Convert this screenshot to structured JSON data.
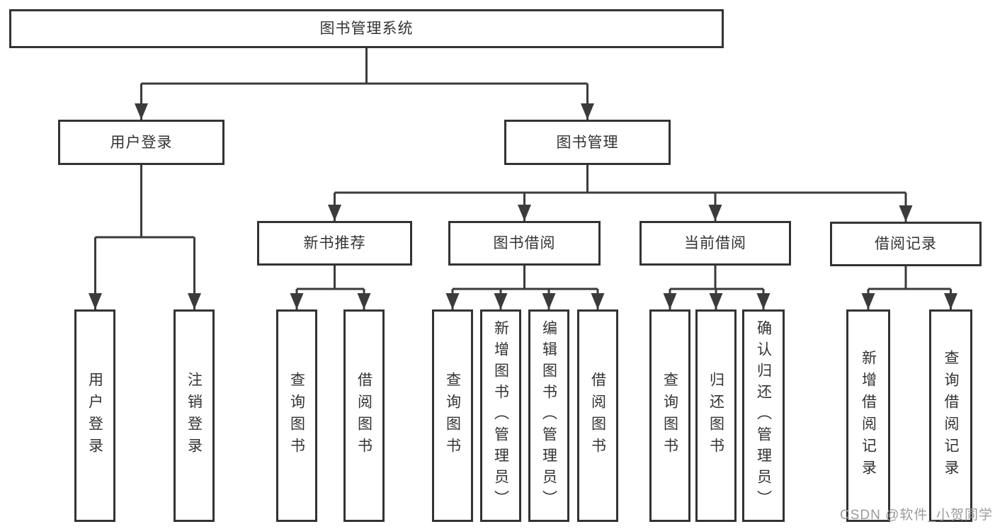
{
  "diagram": {
    "root": {
      "label": "图书管理系统"
    },
    "branches": [
      {
        "label": "用户登录",
        "children": [
          {
            "label": "用户登录"
          },
          {
            "label": "注销登录"
          }
        ]
      },
      {
        "label": "图书管理",
        "children": [
          {
            "label": "新书推荐",
            "children": [
              {
                "label": "查询图书"
              },
              {
                "label": "借阅图书"
              }
            ]
          },
          {
            "label": "图书借阅",
            "children": [
              {
                "label": "查询图书"
              },
              {
                "label": "新增图书（管理员）"
              },
              {
                "label": "编辑图书（管理员）"
              },
              {
                "label": "借阅图书"
              }
            ]
          },
          {
            "label": "当前借阅",
            "children": [
              {
                "label": "查询图书"
              },
              {
                "label": "归还图书"
              },
              {
                "label": "确认归还（管理员）"
              }
            ]
          },
          {
            "label": "借阅记录",
            "children": [
              {
                "label": "新增借阅记录"
              },
              {
                "label": "查询借阅记录"
              }
            ]
          }
        ]
      }
    ]
  },
  "watermark": {
    "text": "CSDN @软件_小贺同学"
  },
  "colors": {
    "line": "#3b3b3b",
    "border": "#333333",
    "text": "#333333",
    "watermark": "#9b9b9b",
    "background": "#ffffff"
  }
}
